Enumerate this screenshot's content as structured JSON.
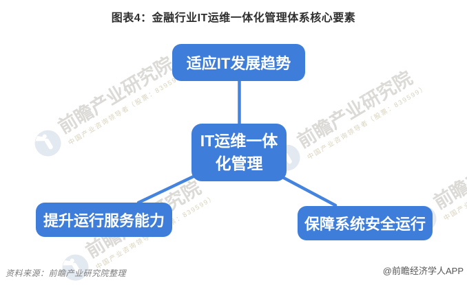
{
  "title": "图表4：金融行业IT运维一体化管理体系核心要素",
  "diagram": {
    "center": {
      "label": "IT运维一体化管理",
      "lines": [
        "IT运维一体",
        "化管理"
      ]
    },
    "nodes": [
      {
        "id": "top",
        "label": "适应IT发展趋势"
      },
      {
        "id": "bottom-left",
        "label": "提升运行服务能力"
      },
      {
        "id": "bottom-right",
        "label": "保障系统安全运行"
      }
    ],
    "edges": [
      {
        "from": "center",
        "to": "top"
      },
      {
        "from": "center",
        "to": "bottom-left"
      },
      {
        "from": "center",
        "to": "bottom-right"
      }
    ]
  },
  "watermark": {
    "brand": "前瞻产业研究院",
    "tagline": "中国产业咨询领导者（股票：839599）",
    "logo": "qianzhan-lighthouse-logo-icon"
  },
  "footer": {
    "source": "资料来源：前瞻产业研究院整理",
    "credit": "@前瞻经济学人APP"
  },
  "colors": {
    "node_fill": "#3E7DDA",
    "connector": "#4483DE",
    "node_text": "#FFFFFF",
    "title_text": "#2E2E2E",
    "source_text": "#7D7D7D",
    "credit_text": "#555555",
    "watermark_text": "#D9D6D0"
  }
}
